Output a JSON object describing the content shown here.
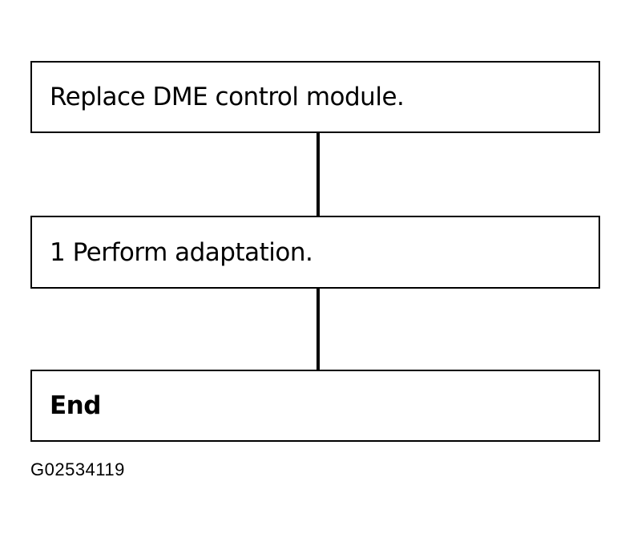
{
  "flowchart": {
    "steps": [
      {
        "label": "Replace DME control module."
      },
      {
        "label": "1 Perform adaptation."
      },
      {
        "label": "End"
      }
    ]
  },
  "figure_id": "G02534119"
}
